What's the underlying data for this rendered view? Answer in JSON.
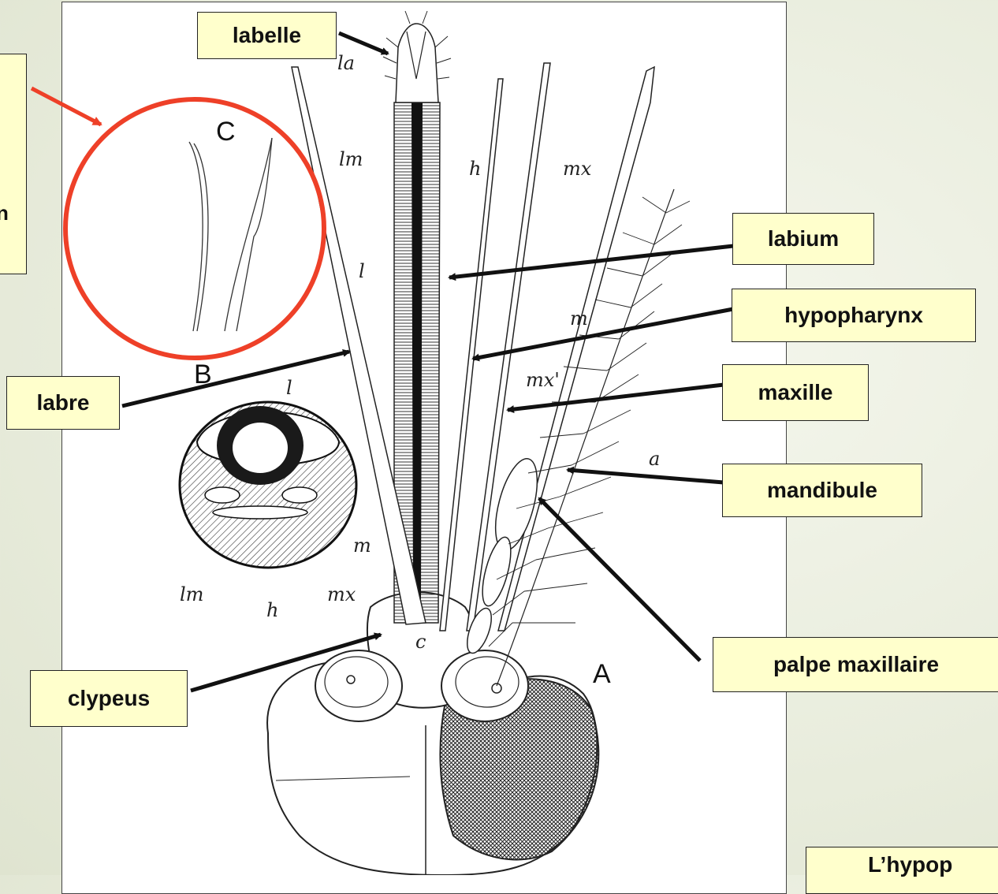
{
  "labels": {
    "labelle": "labelle",
    "labium": "labium",
    "hypopharynx": "hypopharynx",
    "maxille": "maxille",
    "mandibule": "mandibule",
    "labre": "labre",
    "palpe": "palpe maxillaire",
    "clypeus": "clypeus"
  },
  "figure_letters": {
    "la": "la",
    "lm": "lm",
    "h": "h",
    "mx": "mx",
    "l": "l",
    "m": "m",
    "mx_prime": "mx'",
    "a": "a",
    "c": "c"
  },
  "panel_letters": {
    "A": "A",
    "B": "B",
    "C": "C"
  },
  "section_letters": {
    "l": "l",
    "m": "m",
    "lm": "lm",
    "h": "h",
    "mx": "mx"
  },
  "side_box_text": "n",
  "bottom_box_text": "L’hypop",
  "colors": {
    "label_fill": "#ffffcc",
    "highlight_circle": "#ee4028",
    "arrow": "#111111"
  }
}
